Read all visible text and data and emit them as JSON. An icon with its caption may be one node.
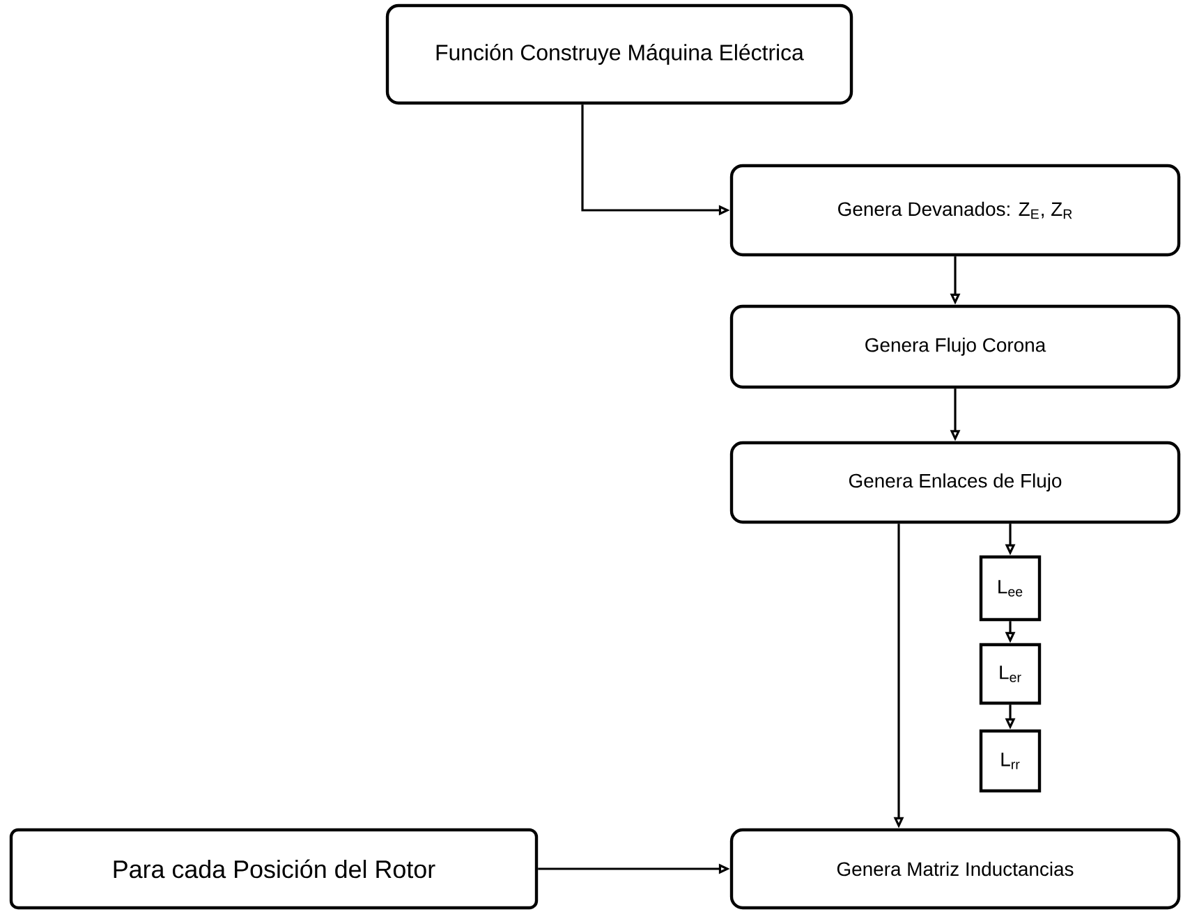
{
  "diagram": {
    "nodes": [
      {
        "text": [
          "Función Construye Máquina Eléctrica"
        ]
      },
      {
        "text": [
          "Genera Devanados: Z$_{E}$, Z$_{R}$"
        ]
      },
      {
        "text": [
          "Genera Flujo Corona"
        ]
      },
      {
        "text": [
          "Genera Enlaces de Flujo"
        ]
      },
      {
        "text": [
          "L$_{ee}$"
        ]
      },
      {
        "text": [
          "L$_{er}$"
        ]
      },
      {
        "text": [
          "L$_{rr}$"
        ]
      },
      {
        "text": [
          "Genera Matriz Inductancias"
        ]
      },
      {
        "text": [
          "Para cada Posición del Rotor"
        ]
      }
    ],
    "edges": [
      {
        "from": 0,
        "to": 1,
        "arrow": "to"
      },
      {
        "from": 1,
        "to": 2,
        "arrow": "to"
      },
      {
        "from": 2,
        "to": 3,
        "arrow": "to"
      },
      {
        "from": 3,
        "to": 4,
        "arrow": "to"
      },
      {
        "from": 4,
        "to": 5,
        "arrow": "to"
      },
      {
        "from": 5,
        "to": 6,
        "arrow": "to"
      },
      {
        "from": 3,
        "to": 7,
        "arrow": "to"
      },
      {
        "from": 8,
        "to": 7,
        "arrow": "to"
      }
    ]
  }
}
